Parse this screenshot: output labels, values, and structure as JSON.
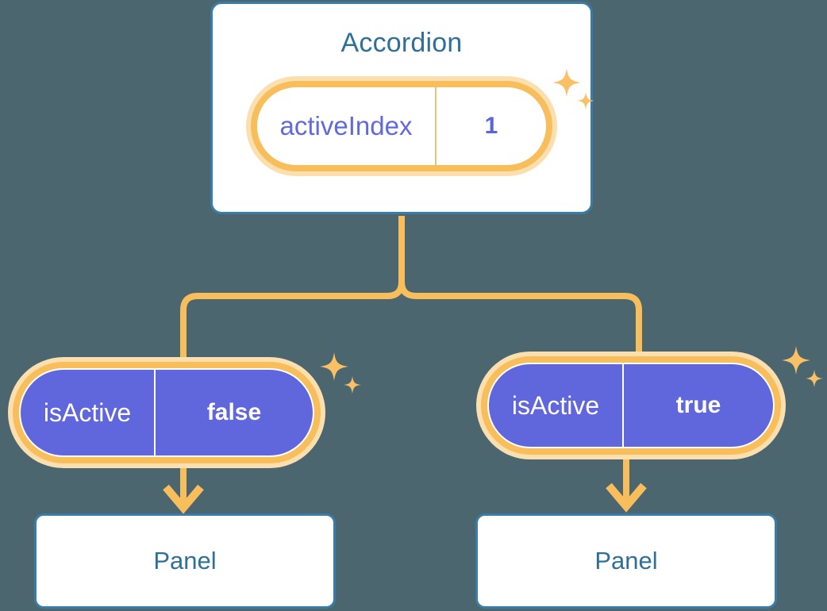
{
  "diagram": {
    "type": "component-state-tree",
    "background_color": "#4c6670",
    "accent_colors": {
      "card_border": "#3a7ca8",
      "card_text": "#2f7099",
      "pill_ring": "#f8be5c",
      "pill_glow": "#fbdfaf",
      "pill_fill_active": "#6066db",
      "value_text_root": "#5a66d8",
      "connector": "#f8be5c"
    }
  },
  "root": {
    "title": "Accordion",
    "state": {
      "key": "activeIndex",
      "value": "1"
    },
    "sparkle_icon": "sparkles-icon"
  },
  "children": [
    {
      "state": {
        "key": "isActive",
        "value": "false"
      },
      "panel": {
        "title": "Panel"
      },
      "sparkle_icon": "sparkles-icon",
      "arrow_icon": "arrow-down-icon"
    },
    {
      "state": {
        "key": "isActive",
        "value": "true"
      },
      "panel": {
        "title": "Panel"
      },
      "sparkle_icon": "sparkles-icon",
      "arrow_icon": "arrow-down-icon"
    }
  ]
}
